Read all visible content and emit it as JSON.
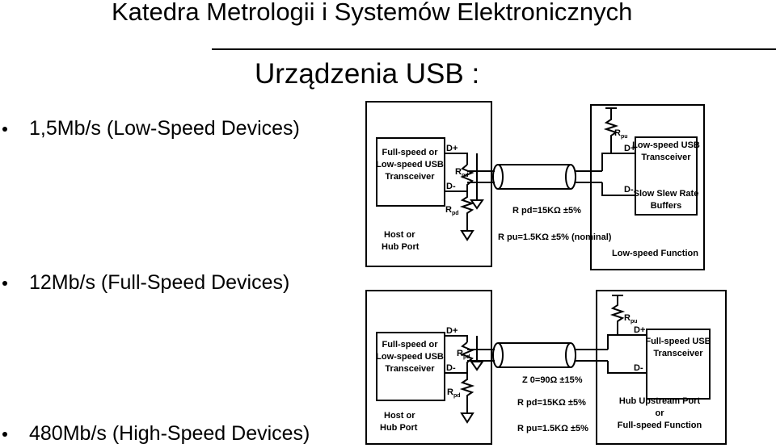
{
  "header": {
    "title": "Katedra Metrologii i Systemów Elektronicznych"
  },
  "slide": {
    "title": "Urządzenia USB :"
  },
  "bullets": [
    {
      "text": "1,5Mb/s (Low-Speed Devices)"
    },
    {
      "text": "12Mb/s (Full-Speed Devices)"
    },
    {
      "text": "480Mb/s (High-Speed Devices)"
    }
  ],
  "diagram_low": {
    "host_transceiver": [
      "Full-speed or",
      "Low-speed USB",
      "Transceiver"
    ],
    "host_port": [
      "Host or",
      "Hub Port"
    ],
    "d_plus": "D+",
    "d_minus": "D-",
    "rpd": "R",
    "rpd_sub": "pd",
    "rpu": "R",
    "rpu_sub": "pu",
    "device_transceiver": [
      "Low-speed USB",
      "Transceiver"
    ],
    "slew": [
      "Slow Slew Rate",
      "Buffers"
    ],
    "rpd_value": "R pd=15KΩ ±5%",
    "rpu_value": "R pu=1.5KΩ ±5% (nominal)",
    "function_label": "Low-speed Function"
  },
  "diagram_full": {
    "host_transceiver": [
      "Full-speed or",
      "Low-speed USB",
      "Transceiver"
    ],
    "host_port": [
      "Host or",
      "Hub Port"
    ],
    "d_plus": "D+",
    "d_minus": "D-",
    "rpd": "R",
    "rpd_sub": "pd",
    "rpu": "R",
    "rpu_sub": "pu",
    "device_transceiver": [
      "Full-speed USB",
      "Transceiver"
    ],
    "z_value": "Z 0=90Ω ±15%",
    "rpd_value": "R pd=15KΩ ±5%",
    "rpu_value": "R pu=1.5KΩ ±5%",
    "function_label": [
      "Hub Upstream Port",
      "or",
      "Full-speed Function"
    ]
  }
}
